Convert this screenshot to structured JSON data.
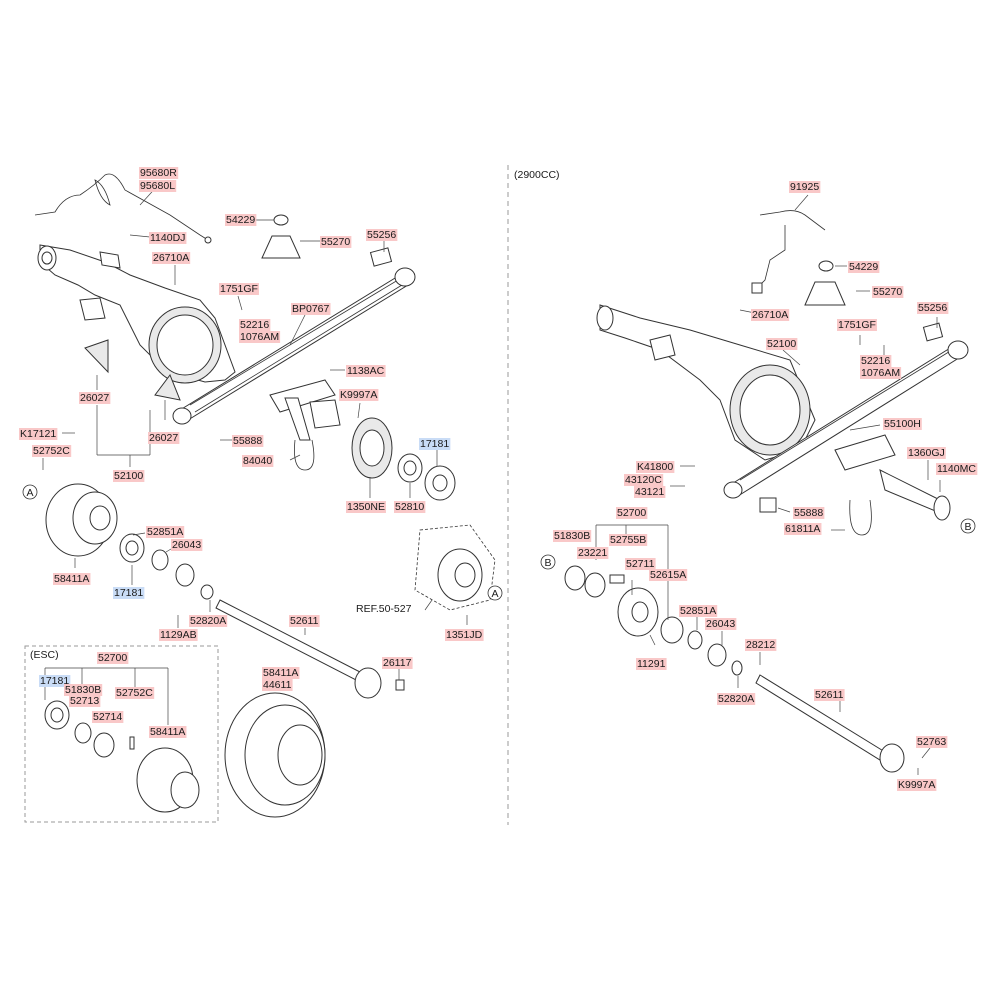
{
  "panels": {
    "right_variant": "(2900CC)",
    "esc_box": "(ESC)"
  },
  "part_numbers": {
    "p95680R": "95680R",
    "p95680L": "95680L",
    "p54229_l": "54229",
    "p55270_l": "55270",
    "p55256_l": "55256",
    "p1140DJ": "1140DJ",
    "p26710A_l": "26710A",
    "p1751GF_l": "1751GF",
    "p52216_l": "52216",
    "p1076AM_l": "1076AM",
    "pBP0767": "BP0767",
    "p1138AC": "1138AC",
    "p26027_a": "26027",
    "p26027_b": "26027",
    "pK9997A_l": "K9997A",
    "p17181_top": "17181",
    "pK17121": "K17121",
    "p55888_l": "55888",
    "p84040": "84040",
    "p52752C_l": "52752C",
    "p52100_l": "52100",
    "p1350NE": "1350NE",
    "p52810": "52810",
    "pA_1": "A",
    "p52851A_l": "52851A",
    "p26043_l": "26043",
    "p58411A_l": "58411A",
    "p17181_mid": "17181",
    "p52820A_l": "52820A",
    "p1129AB": "1129AB",
    "pREF": "REF.50-527",
    "pA_2": "A",
    "p1351JD": "1351JD",
    "p52611_l": "52611",
    "p52700_esc": "52700",
    "p17181_esc": "17181",
    "p51830B_esc": "51830B",
    "p52713": "52713",
    "p52752C_esc": "52752C",
    "p52714": "52714",
    "p58411A_esc": "58411A",
    "p26117": "26117",
    "p58411A_drum": "58411A",
    "p44611": "44611",
    "p91925": "91925",
    "p54229_r": "54229",
    "p55270_r": "55270",
    "p55256_r": "55256",
    "p26710A_r": "26710A",
    "p1751GF_r": "1751GF",
    "p52100_r": "52100",
    "p52216_r": "52216",
    "p1076AM_r": "1076AM",
    "p55100H": "55100H",
    "p1360GJ": "1360GJ",
    "pK41800": "K41800",
    "p1140MC": "1140MC",
    "p43120C": "43120C",
    "p43121": "43121",
    "p52700_r": "52700",
    "p55888_r": "55888",
    "p61811A": "61811A",
    "pB_1": "B",
    "p51830B_r": "51830B",
    "p52755B": "52755B",
    "p23221": "23221",
    "pB_2": "B",
    "p52711": "52711",
    "p52615A": "52615A",
    "p52851A_r": "52851A",
    "p26043_r": "26043",
    "p11291": "11291",
    "p28212": "28212",
    "p52820A_r": "52820A",
    "p52611_r": "52611",
    "p52763": "52763",
    "pK9997A_r": "K9997A"
  },
  "colors": {
    "highlight_red": "#f9c8c8",
    "highlight_blue": "#c9dcf6",
    "stroke": "#333333",
    "divider": "#9a9a9a"
  }
}
